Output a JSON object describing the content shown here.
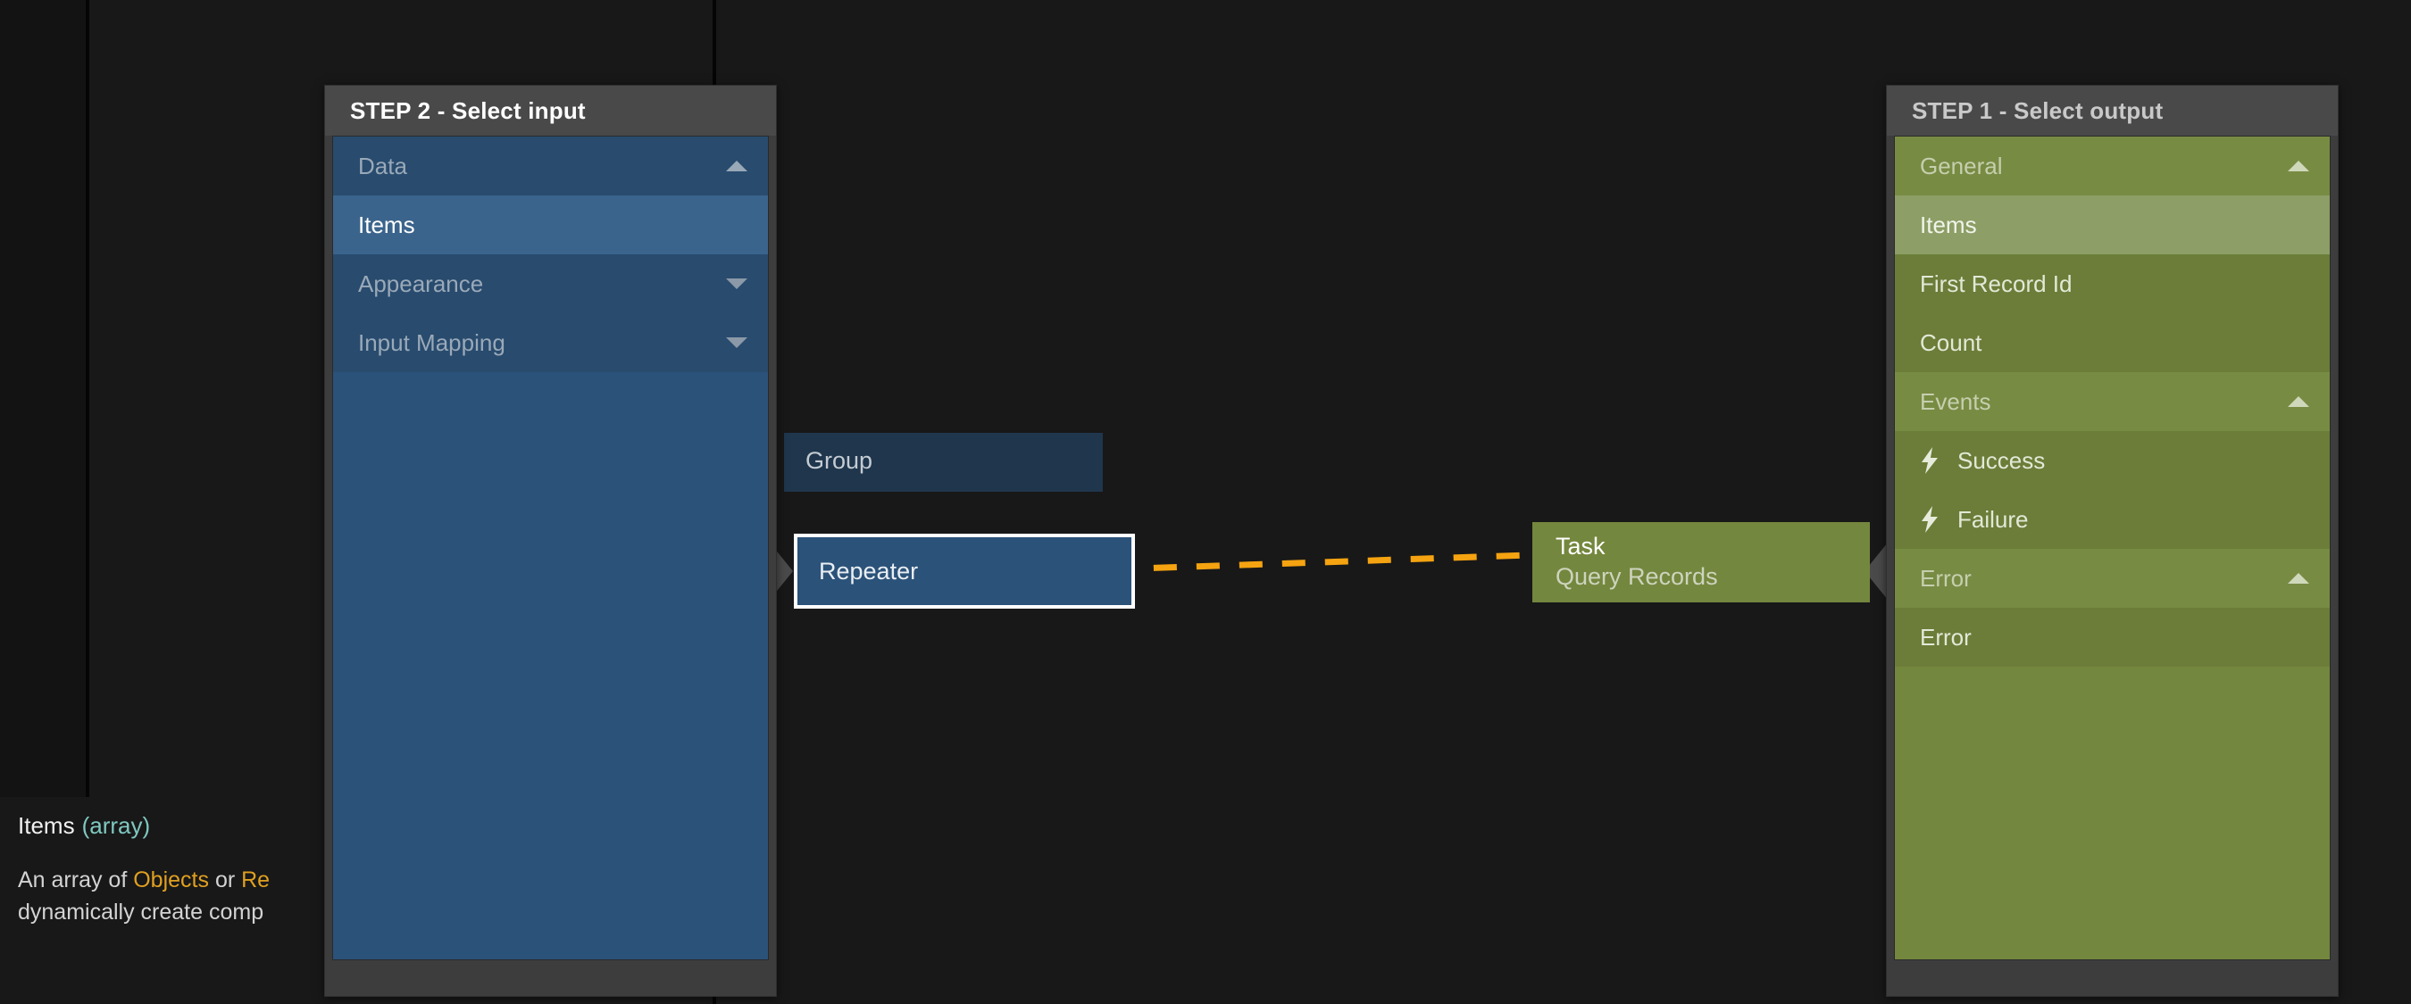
{
  "canvas": {
    "background_color": "#181818",
    "nodes": [
      {
        "id": "group",
        "type_label": "Group",
        "name_label": ""
      },
      {
        "id": "repeater",
        "type_label": "Repeater",
        "name_label": "",
        "selected": true
      },
      {
        "id": "task",
        "type_label": "Task",
        "name_label": "Query Records"
      }
    ],
    "connector": {
      "color": "#f5a310",
      "style": "dashed",
      "direction": "task-to-repeater",
      "endpoint_dot": true
    }
  },
  "input_panel": {
    "title": "STEP 2 - Select input",
    "accent_color": "#2b5279",
    "sections": [
      {
        "label": "Data",
        "expanded": true,
        "caret": "chevron-up-icon",
        "items": [
          {
            "label": "Items",
            "selected": true,
            "icon": ""
          }
        ]
      },
      {
        "label": "Appearance",
        "expanded": false,
        "caret": "chevron-down-icon",
        "items": []
      },
      {
        "label": "Input Mapping",
        "expanded": false,
        "caret": "chevron-down-icon",
        "items": []
      }
    ]
  },
  "output_panel": {
    "title": "STEP 1 - Select output",
    "accent_color": "#74873e",
    "sections": [
      {
        "label": "General",
        "expanded": true,
        "caret": "chevron-up-icon",
        "items": [
          {
            "label": "Items",
            "selected": true,
            "icon": ""
          },
          {
            "label": "First Record Id",
            "selected": false,
            "icon": ""
          },
          {
            "label": "Count",
            "selected": false,
            "icon": ""
          }
        ]
      },
      {
        "label": "Events",
        "expanded": true,
        "caret": "chevron-up-icon",
        "items": [
          {
            "label": "Success",
            "selected": false,
            "icon": "lightning-bolt-icon"
          },
          {
            "label": "Failure",
            "selected": false,
            "icon": "lightning-bolt-icon"
          }
        ]
      },
      {
        "label": "Error",
        "expanded": true,
        "caret": "chevron-up-icon",
        "items": [
          {
            "label": "Error",
            "selected": false,
            "icon": ""
          }
        ]
      }
    ]
  },
  "help": {
    "title": "Items",
    "type": "(array)",
    "type_color": "#7fc8c0",
    "description_parts": [
      {
        "text": "An array of ",
        "kind": "plain"
      },
      {
        "text": "Objects",
        "kind": "keyword"
      },
      {
        "text": " or ",
        "kind": "plain"
      },
      {
        "text": "Re",
        "kind": "keyword"
      }
    ],
    "description_line2": "dynamically create comp"
  }
}
